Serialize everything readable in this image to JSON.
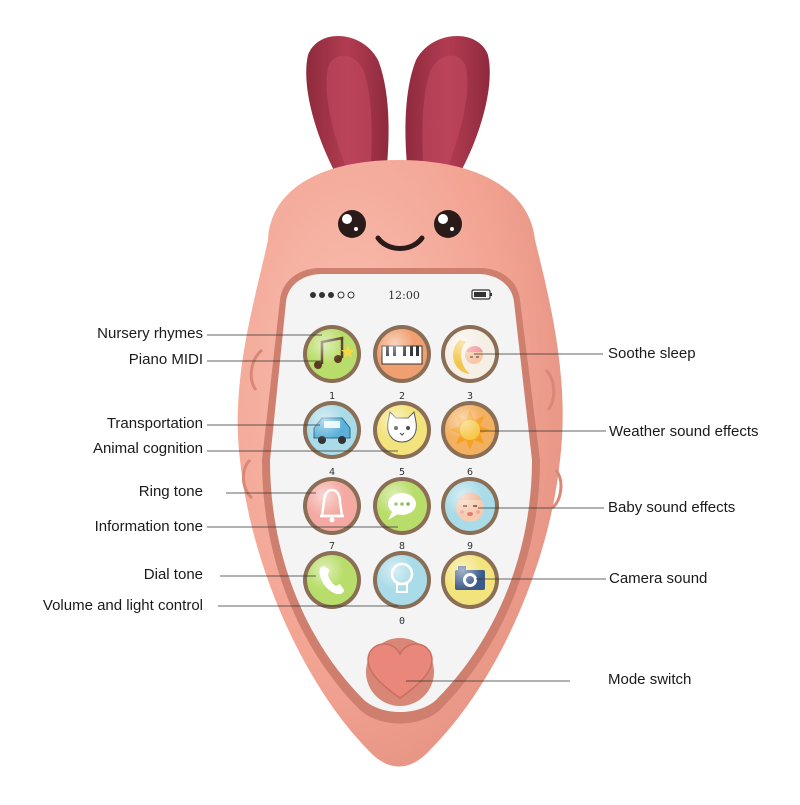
{
  "phone": {
    "time": "12:00",
    "numbers": [
      "1",
      "2",
      "3",
      "4",
      "5",
      "6",
      "7",
      "8",
      "9",
      "0"
    ]
  },
  "buttons": [
    {
      "key": "nursery-piano",
      "icon": "music-notes-icon",
      "color": "#b9dd6a"
    },
    {
      "key": "piano",
      "icon": "piano-keys-icon",
      "color": "#f0a070"
    },
    {
      "key": "soothe",
      "icon": "sleeping-baby-moon-icon",
      "color": "#f5efe6"
    },
    {
      "key": "transport",
      "icon": "car-icon",
      "color": "#a9dbe8"
    },
    {
      "key": "animal",
      "icon": "cat-face-icon",
      "color": "#f3e37c"
    },
    {
      "key": "weather",
      "icon": "sun-icon",
      "color": "#f3b060"
    },
    {
      "key": "ring",
      "icon": "bell-icon",
      "color": "#f4aaa2"
    },
    {
      "key": "info",
      "icon": "chat-bubble-icon",
      "color": "#b9dd6a"
    },
    {
      "key": "baby",
      "icon": "baby-face-icon",
      "color": "#a9dbe8"
    },
    {
      "key": "dial",
      "icon": "phone-handset-icon",
      "color": "#b9dd6a"
    },
    {
      "key": "volume",
      "icon": "lightbulb-icon",
      "color": "#a9dbe8"
    },
    {
      "key": "camera",
      "icon": "camera-icon",
      "color": "#f3e37c"
    }
  ],
  "labels": {
    "nursery_rhymes": "Nursery rhymes",
    "piano_midi": "Piano MIDI",
    "transportation": "Transportation",
    "animal_cognition": "Animal cognition",
    "ring_tone": "Ring tone",
    "information_tone": "Information tone",
    "dial_tone": "Dial tone",
    "volume_light": "Volume and light control",
    "soothe_sleep": "Soothe sleep",
    "weather_sound": "Weather sound effects",
    "baby_sound": "Baby sound effects",
    "camera_sound": "Camera sound",
    "mode_switch": "Mode switch"
  },
  "colors": {
    "body": "#f3a493",
    "body_dark": "#e08c7c",
    "ears": "#a8344a",
    "screen": "#f4f4f4"
  }
}
